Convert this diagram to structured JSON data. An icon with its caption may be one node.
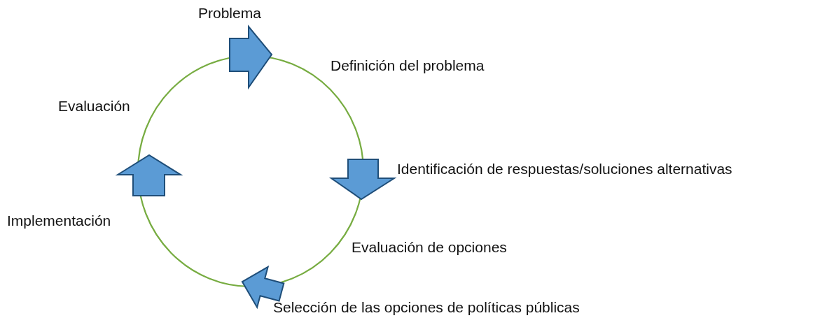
{
  "diagram": {
    "labels": [
      "Problema",
      "Definición del problema",
      "Evaluación",
      "Identificación de respuestas/soluciones alternativas",
      "Implementación",
      "Evaluación de opciones",
      "Selección de las opciones de políticas públicas"
    ]
  }
}
